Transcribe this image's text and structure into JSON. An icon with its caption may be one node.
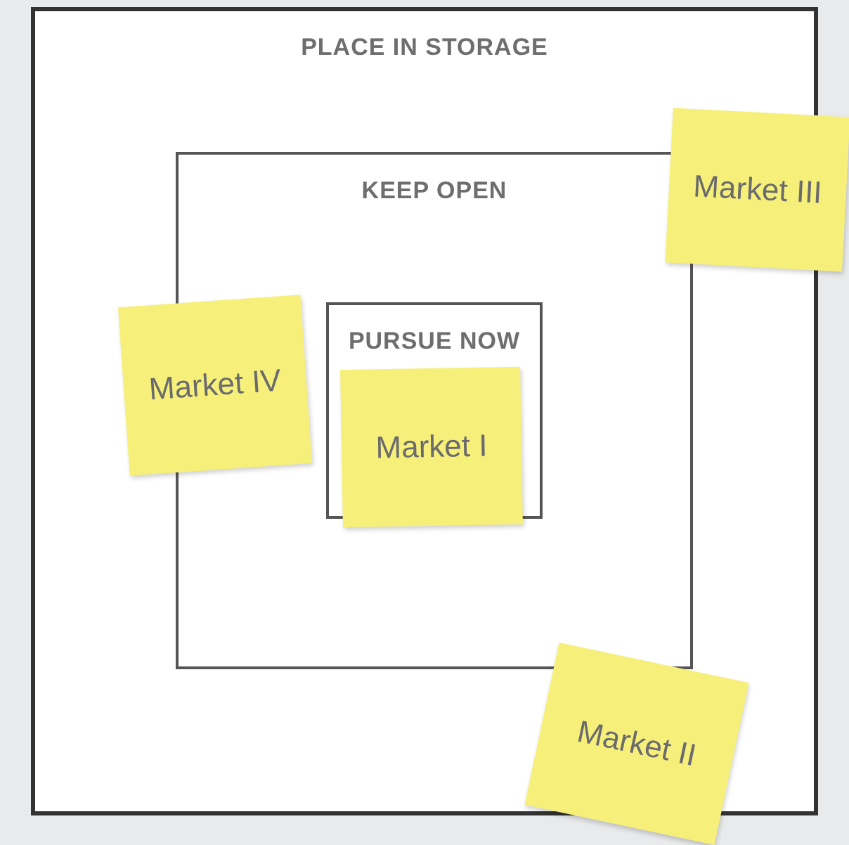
{
  "diagram": {
    "nodes": [
      {
        "text": [
          "PLACE IN STORAGE"
        ]
      },
      {
        "text": [
          "KEEP OPEN"
        ],
        "in": 0
      },
      {
        "text": [
          "Market III"
        ]
      },
      {
        "text": [
          "Market IV"
        ],
        "in": 0
      },
      {
        "text": [
          "PURSUE NOW"
        ],
        "in": 1
      },
      {
        "text": [
          "Market I"
        ],
        "in": 4
      },
      {
        "text": [
          "Market II"
        ]
      }
    ]
  }
}
